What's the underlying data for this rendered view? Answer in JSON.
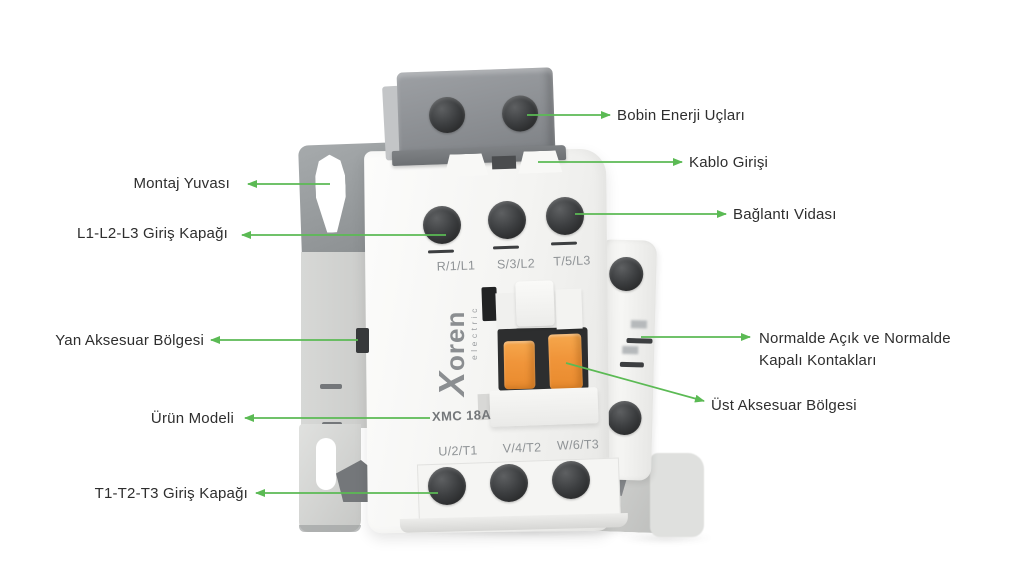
{
  "page": {
    "background": "#ffffff"
  },
  "style": {
    "accent_green": "#5BBA54",
    "label_color": "#2E2E2E",
    "device_text_gray": "#8F9396",
    "accessory_orange": "#EF9438",
    "body_white": "#F4F4F2",
    "coil_gray": "#8C8F93"
  },
  "device": {
    "brand": "Xoren",
    "brand_sub": "electric",
    "model": "XMC 18A",
    "top_terminals": [
      "R/1/L1",
      "S/3/L2",
      "T/5/L3"
    ],
    "bottom_terminals": [
      "U/2/T1",
      "V/4/T2",
      "W/6/T3"
    ]
  },
  "callouts": {
    "left": [
      {
        "label": "Montaj Yuvası"
      },
      {
        "label": "L1-L2-L3 Giriş Kapağı"
      },
      {
        "label": "Yan Aksesuar Bölgesi"
      },
      {
        "label": "Ürün Modeli"
      },
      {
        "label": "T1-T2-T3 Giriş Kapağı"
      }
    ],
    "right": [
      {
        "label": "Bobin Enerji Uçları"
      },
      {
        "label": "Kablo Girişi"
      },
      {
        "label": "Bağlantı Vidası"
      },
      {
        "label": "Normalde Açık ve Normalde Kapalı Kontakları"
      },
      {
        "label": "Üst Aksesuar Bölgesi"
      }
    ]
  }
}
